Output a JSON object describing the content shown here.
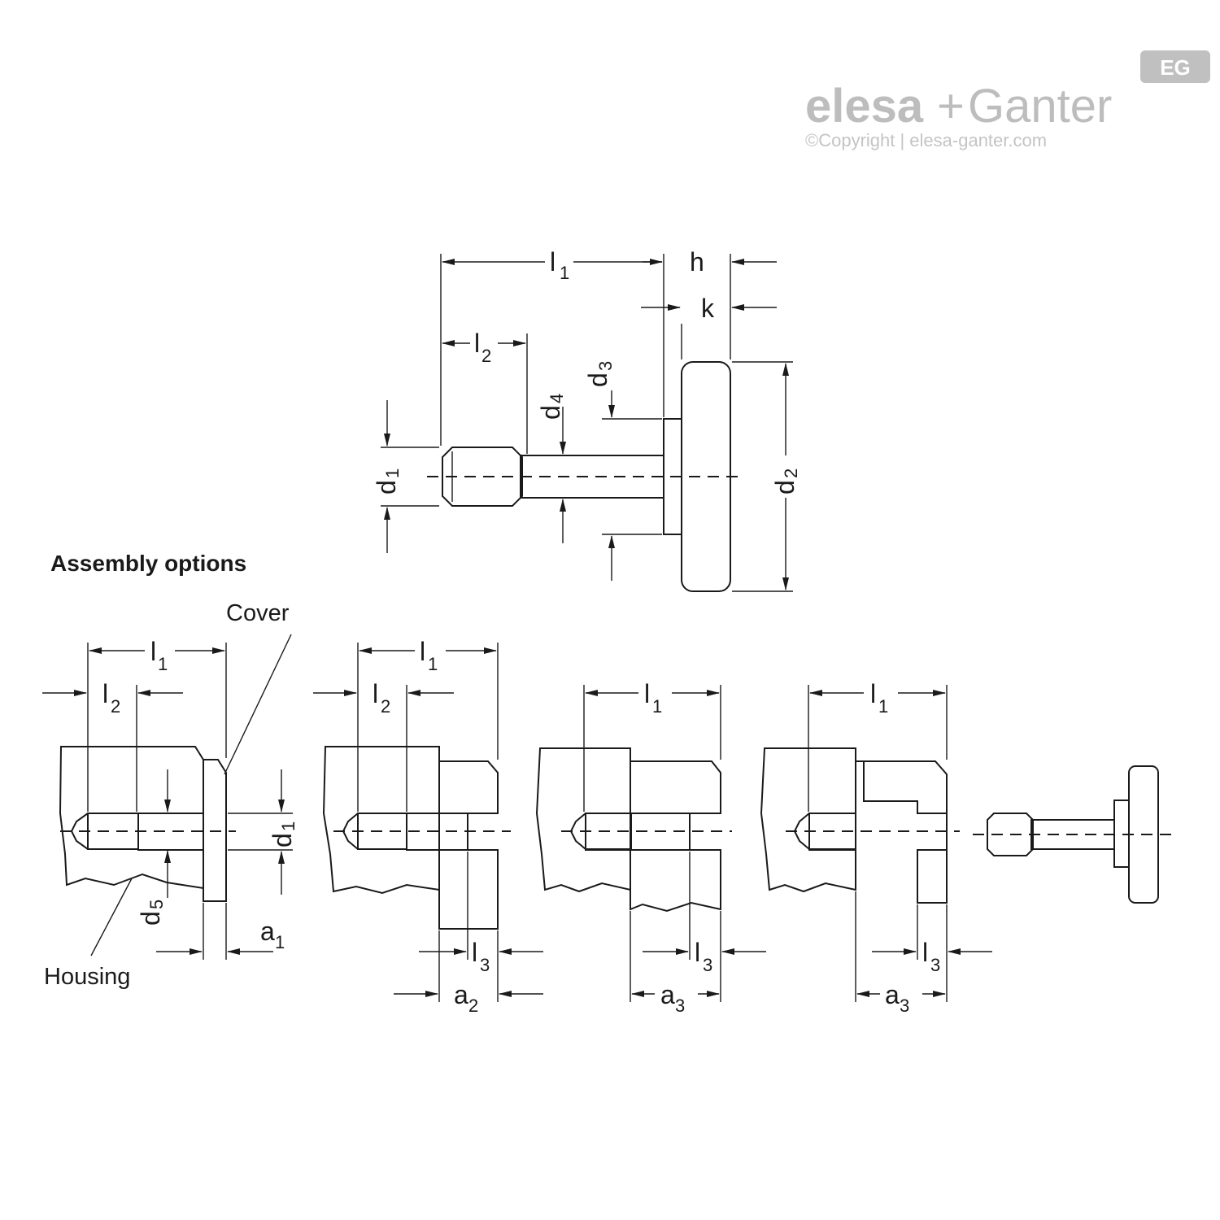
{
  "logo": {
    "brand_left": "elesa",
    "brand_plus": "+",
    "brand_right": "Ganter",
    "copyright": "©Copyright | elesa-ganter.com",
    "badge": "EG",
    "badge_color": "#c0c0c0",
    "text_color": "#bdbdbd"
  },
  "heading": "Assembly options",
  "callouts": {
    "cover": "Cover",
    "housing": "Housing"
  },
  "dimensions": {
    "l": "l",
    "d": "d",
    "a": "a",
    "h": "h",
    "k": "k",
    "sub1": "1",
    "sub2": "2",
    "sub3": "3",
    "sub4": "4",
    "sub5": "5"
  },
  "colors": {
    "line": "#1a1a1a",
    "background": "#ffffff"
  }
}
